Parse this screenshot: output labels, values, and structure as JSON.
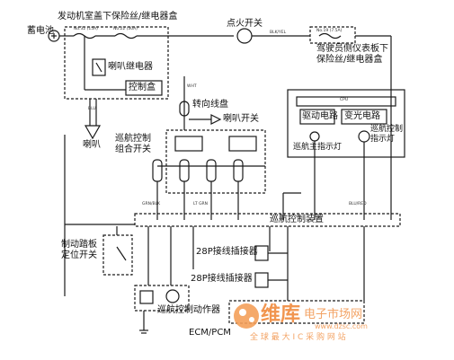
{
  "labels": {
    "battery": "蓄电池",
    "engine_fuse_box": "发动机室盖下保险丝/继电器盒",
    "ignition_switch": "点火开关",
    "dash_fuse_box_line1": "驾驶员侧仪表板下",
    "dash_fuse_box_line2": "保险丝/继电器盒",
    "horn_relay": "喇叭继电器",
    "control_box": "控制盒",
    "horn": "喇叭",
    "steering_reel": "转向线盘",
    "horn_switch": "喇叭开关",
    "cruise_combo_line1": "巡航控制",
    "cruise_combo_line2": "组合开关",
    "drive_circuit": "驱动电路",
    "light_circuit": "变光电路",
    "cruise_main_indicator": "巡航主指示灯",
    "cruise_ctrl_ind_line1": "巡航控制",
    "cruise_ctrl_ind_line2": "指示灯",
    "cruise_control_unit": "巡航控制装置",
    "brake_pedal_line1": "制动踏板",
    "brake_pedal_line2": "定位开关",
    "connector_top": "28P接线插接器",
    "connector_bottom": "28P接线插接器",
    "actuator": "巡航控制动作器",
    "ecm_pcm": "ECM/PCM"
  },
  "tiny_labels": {
    "fuse_a": "No.32 (15A)",
    "fuse_b": "No.22 (30A)",
    "fuse_c": "No.19 (7.5A)",
    "wire_blk_yel": "BLK/YEL",
    "wire_wht": "WHT",
    "wire_blu": "BLU",
    "wire_grn": "GRN/BLK",
    "wire_lt_grn": "LT GRN",
    "wire_blu_red": "BLU/RED",
    "cpu": "CPU"
  },
  "watermark": {
    "brand": "维库",
    "site": "电子市场网",
    "url": "www.dzsc.com",
    "slogan": "全 球 最 大 I C 采 购 网 站"
  }
}
